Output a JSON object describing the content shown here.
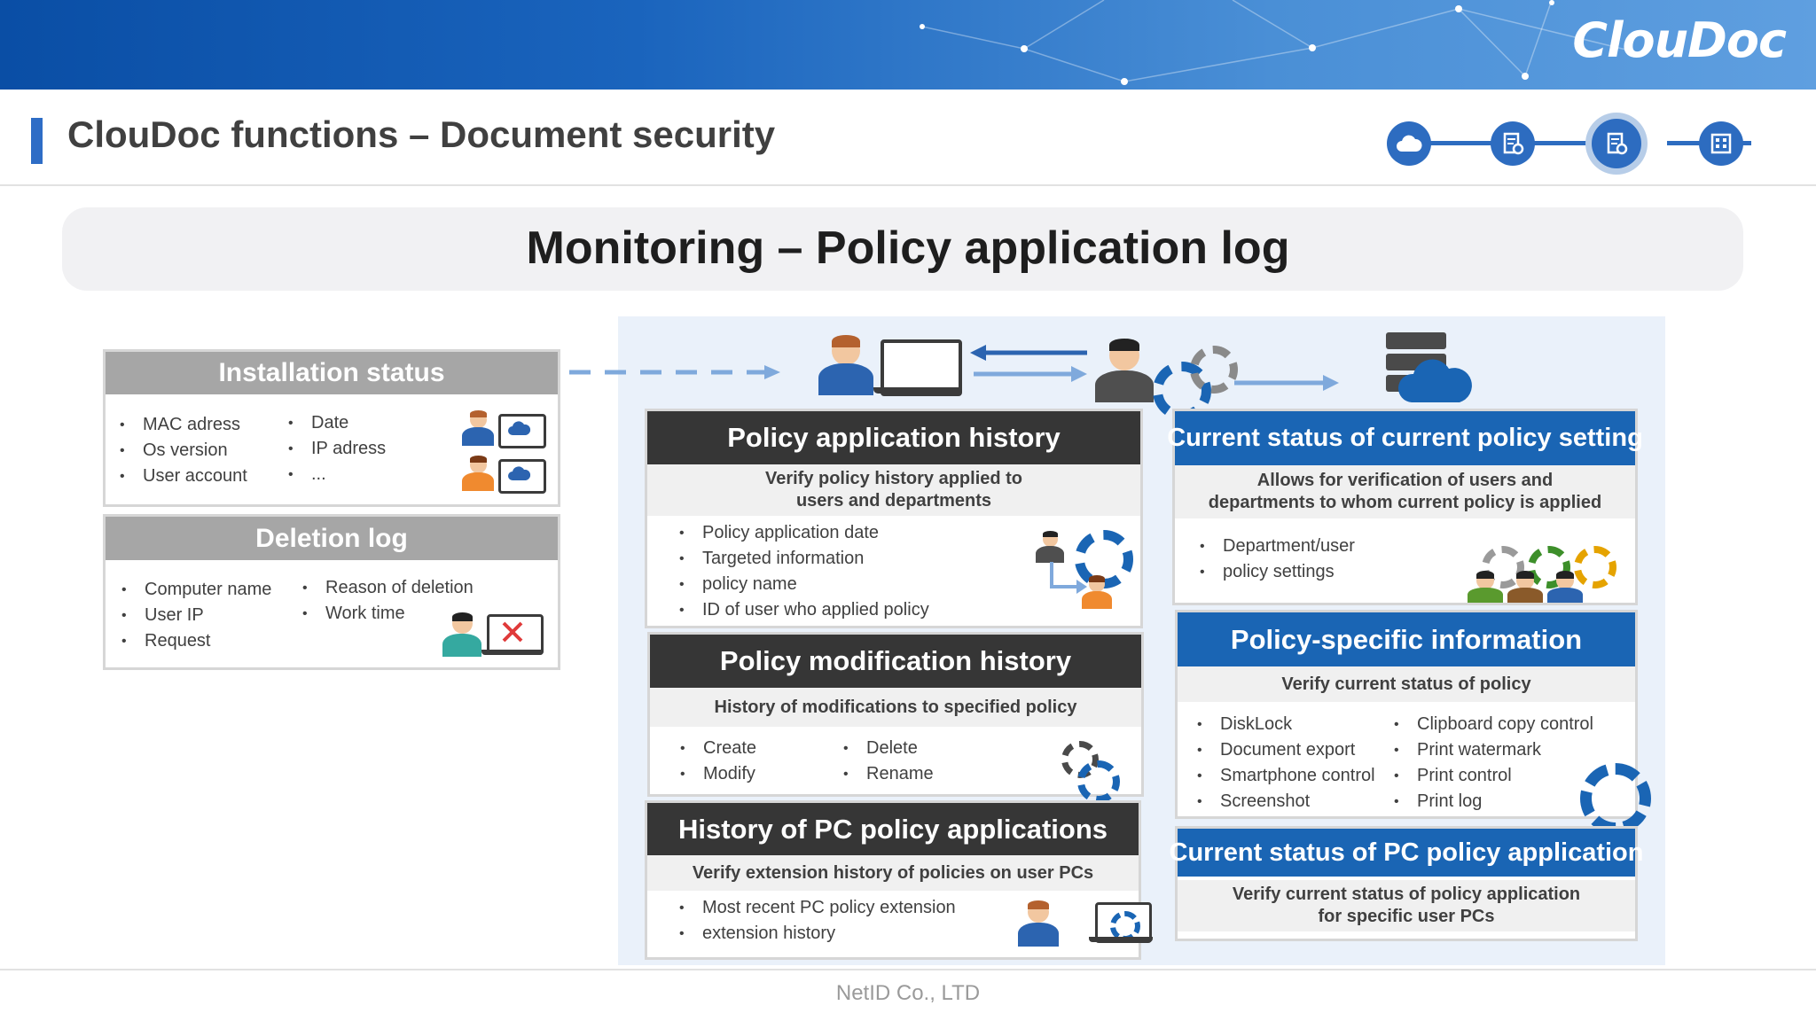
{
  "logo": "ClouDoc",
  "page_title": "ClouDoc functions – Document security",
  "subtitle": "Monitoring – Policy application log",
  "footer": "NetID Co., LTD",
  "colors": {
    "brand_blue": "#1a65b4",
    "dark_header": "#363636",
    "gray_header": "#a6a6a6",
    "diagram_bg": "#eaf1fa"
  },
  "nav": {
    "icons": [
      "cloud-icon",
      "document-settings-icon",
      "document-settings-icon",
      "building-icon"
    ],
    "active_step": 3
  },
  "installation": {
    "title": "Installation status",
    "col1": [
      "MAC adress",
      "Os version",
      "User account"
    ],
    "col2": [
      "Date",
      "IP adress",
      "..."
    ]
  },
  "deletion": {
    "title": "Deletion log",
    "col1": [
      "Computer name",
      "User IP",
      "Request"
    ],
    "col2": [
      "Reason of deletion",
      "Work time"
    ]
  },
  "policy_history": {
    "title": "Policy application history",
    "desc_line1": "Verify policy history applied to",
    "desc_line2": "users and departments",
    "items": [
      "Policy application date",
      "Targeted  information",
      "policy name",
      "ID of user who applied policy"
    ]
  },
  "policy_mod": {
    "title": "Policy modification history",
    "desc": "History of modifications to specified policy",
    "col1": [
      "Create",
      "Modify"
    ],
    "col2": [
      "Delete",
      "Rename"
    ]
  },
  "pc_history": {
    "title": "History of PC policy applications",
    "desc": "Verify extension history of policies on user PCs",
    "items": [
      "Most recent PC policy extension",
      "extension history"
    ]
  },
  "current_status": {
    "title": "Current status of current policy setting",
    "desc_line1": "Allows for verification of users and",
    "desc_line2": "departments to whom current policy is applied",
    "items": [
      "Department/user",
      "policy settings"
    ]
  },
  "policy_specific": {
    "title": "Policy-specific information",
    "desc": "Verify current status of policy",
    "col1": [
      "DiskLock",
      "Document export",
      "Smartphone control",
      "Screenshot"
    ],
    "col2": [
      "Clipboard copy control",
      "Print watermark",
      "Print control",
      "Print log"
    ]
  },
  "pc_status": {
    "title": "Current status of PC policy application",
    "desc_line1": "Verify current status of policy application",
    "desc_line2": "for specific user PCs"
  }
}
